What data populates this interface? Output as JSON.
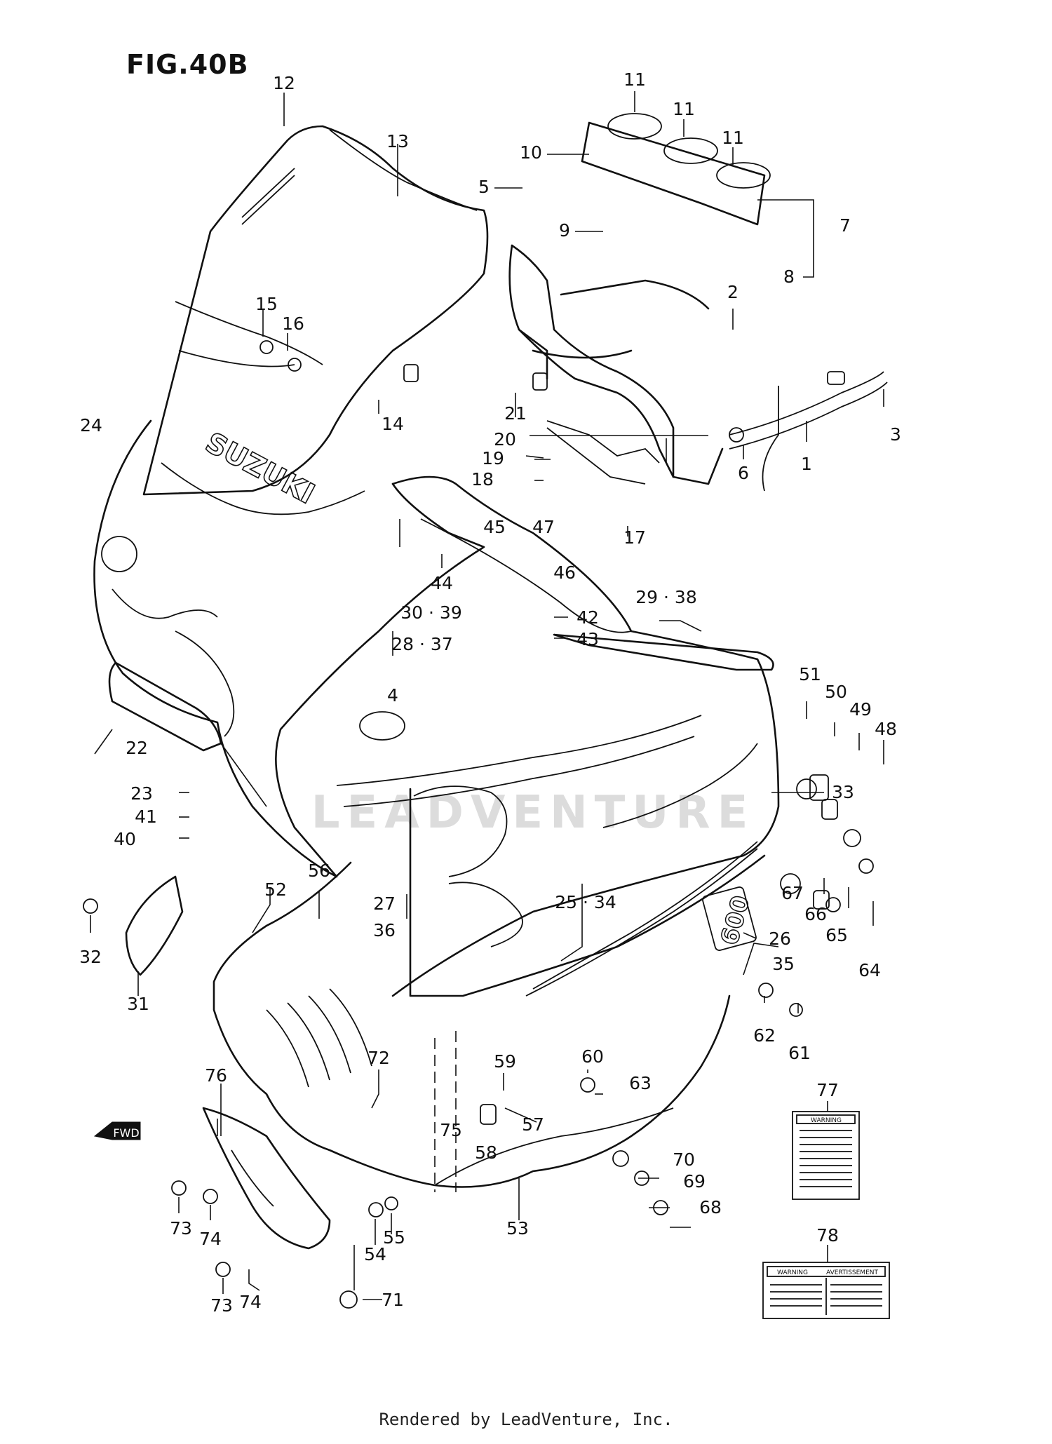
{
  "figure": {
    "title": "FIG.40B",
    "footer": "Rendered by LeadVenture, Inc.",
    "watermark": "LEADVENTURE"
  },
  "decals": {
    "windscreen_brand": "SUZUKI",
    "model_badge": "600",
    "warning_label_77": "WARNING",
    "warning_label_78_left": "WARNING",
    "warning_label_78_right": "AVERTISSEMENT"
  },
  "fwd_arrow": "FWD",
  "callouts": [
    {
      "id": "c1",
      "text": "1"
    },
    {
      "id": "c2",
      "text": "2"
    },
    {
      "id": "c3",
      "text": "3"
    },
    {
      "id": "c4",
      "text": "4"
    },
    {
      "id": "c5",
      "text": "5"
    },
    {
      "id": "c6",
      "text": "6"
    },
    {
      "id": "c7",
      "text": "7"
    },
    {
      "id": "c8",
      "text": "8"
    },
    {
      "id": "c9",
      "text": "9"
    },
    {
      "id": "c10",
      "text": "10"
    },
    {
      "id": "c11a",
      "text": "11"
    },
    {
      "id": "c11b",
      "text": "11"
    },
    {
      "id": "c11c",
      "text": "11"
    },
    {
      "id": "c12",
      "text": "12"
    },
    {
      "id": "c13",
      "text": "13"
    },
    {
      "id": "c14",
      "text": "14"
    },
    {
      "id": "c15",
      "text": "15"
    },
    {
      "id": "c16",
      "text": "16"
    },
    {
      "id": "c17",
      "text": "17"
    },
    {
      "id": "c18",
      "text": "18"
    },
    {
      "id": "c19",
      "text": "19"
    },
    {
      "id": "c20",
      "text": "20"
    },
    {
      "id": "c21",
      "text": "21"
    },
    {
      "id": "c22",
      "text": "22"
    },
    {
      "id": "c23",
      "text": "23"
    },
    {
      "id": "c24",
      "text": "24"
    },
    {
      "id": "c25_34",
      "text": "25 · 34"
    },
    {
      "id": "c26",
      "text": "26"
    },
    {
      "id": "c27",
      "text": "27"
    },
    {
      "id": "c28_37",
      "text": "28 · 37"
    },
    {
      "id": "c29_38",
      "text": "29 · 38"
    },
    {
      "id": "c30_39",
      "text": "30 · 39"
    },
    {
      "id": "c31",
      "text": "31"
    },
    {
      "id": "c32",
      "text": "32"
    },
    {
      "id": "c33",
      "text": "33"
    },
    {
      "id": "c35",
      "text": "35"
    },
    {
      "id": "c36",
      "text": "36"
    },
    {
      "id": "c40",
      "text": "40"
    },
    {
      "id": "c41",
      "text": "41"
    },
    {
      "id": "c42",
      "text": "42"
    },
    {
      "id": "c43",
      "text": "43"
    },
    {
      "id": "c44",
      "text": "44"
    },
    {
      "id": "c45",
      "text": "45"
    },
    {
      "id": "c46",
      "text": "46"
    },
    {
      "id": "c47",
      "text": "47"
    },
    {
      "id": "c48",
      "text": "48"
    },
    {
      "id": "c49",
      "text": "49"
    },
    {
      "id": "c50",
      "text": "50"
    },
    {
      "id": "c51",
      "text": "51"
    },
    {
      "id": "c52",
      "text": "52"
    },
    {
      "id": "c53",
      "text": "53"
    },
    {
      "id": "c54",
      "text": "54"
    },
    {
      "id": "c55",
      "text": "55"
    },
    {
      "id": "c56",
      "text": "56"
    },
    {
      "id": "c57",
      "text": "57"
    },
    {
      "id": "c58",
      "text": "58"
    },
    {
      "id": "c59",
      "text": "59"
    },
    {
      "id": "c60",
      "text": "60"
    },
    {
      "id": "c61",
      "text": "61"
    },
    {
      "id": "c62",
      "text": "62"
    },
    {
      "id": "c63",
      "text": "63"
    },
    {
      "id": "c64",
      "text": "64"
    },
    {
      "id": "c65",
      "text": "65"
    },
    {
      "id": "c66",
      "text": "66"
    },
    {
      "id": "c67",
      "text": "67"
    },
    {
      "id": "c68",
      "text": "68"
    },
    {
      "id": "c69",
      "text": "69"
    },
    {
      "id": "c70",
      "text": "70"
    },
    {
      "id": "c71",
      "text": "71"
    },
    {
      "id": "c72",
      "text": "72"
    },
    {
      "id": "c73a",
      "text": "73"
    },
    {
      "id": "c73b",
      "text": "73"
    },
    {
      "id": "c74a",
      "text": "74"
    },
    {
      "id": "c74b",
      "text": "74"
    },
    {
      "id": "c75",
      "text": "75"
    },
    {
      "id": "c76",
      "text": "76"
    },
    {
      "id": "c77",
      "text": "77"
    },
    {
      "id": "c78",
      "text": "78"
    }
  ]
}
